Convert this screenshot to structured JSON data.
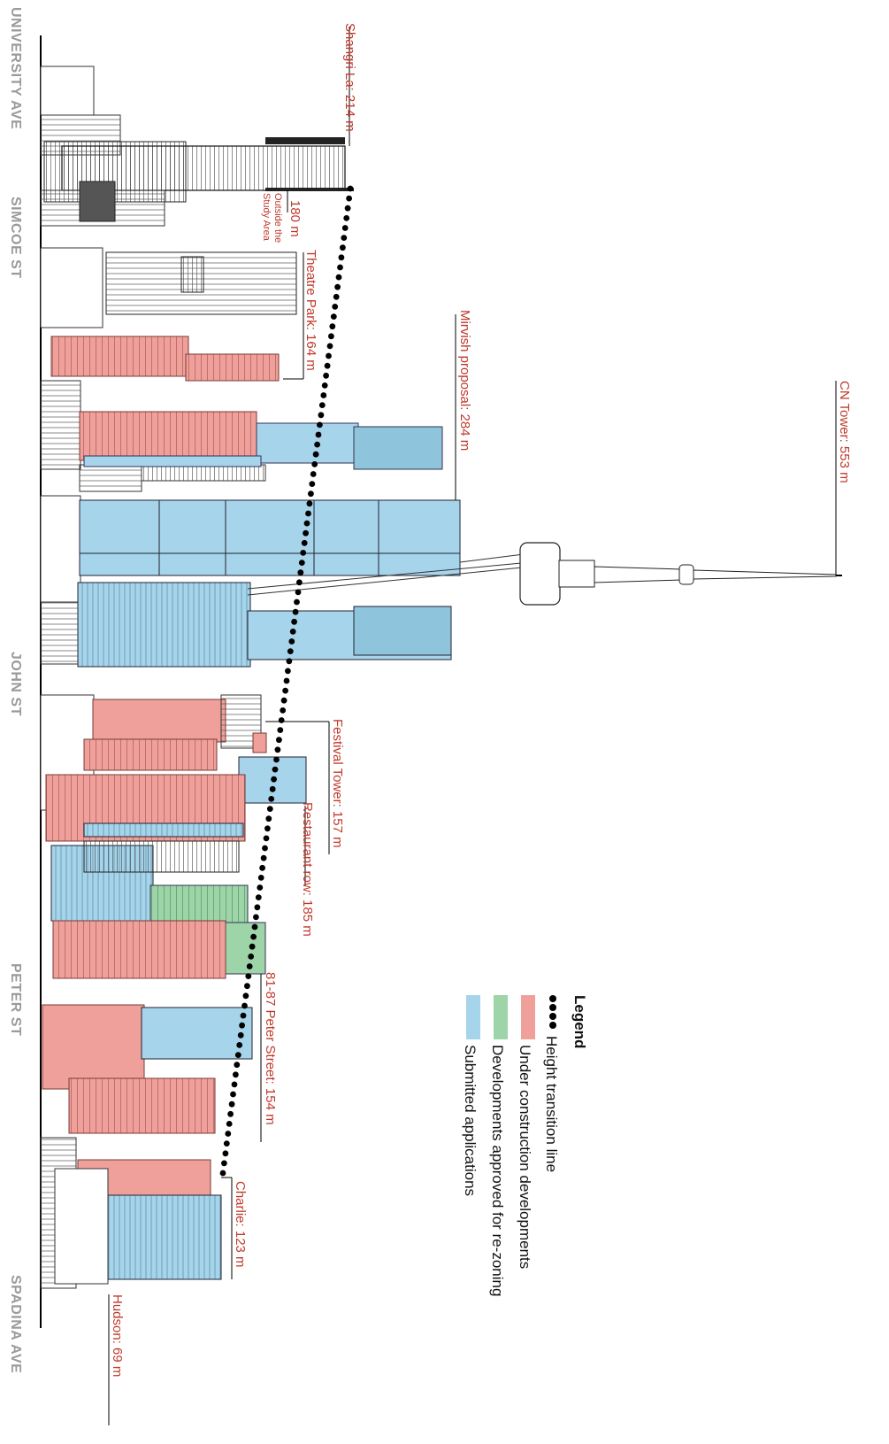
{
  "streets": {
    "university": "UNIVERSITY AVE",
    "simcoe": "SIMCOE ST",
    "john": "JOHN ST",
    "peter": "PETER ST",
    "spadina": "SPADINA AVE"
  },
  "labels": {
    "shangri_la": "Shangri La: 214 m",
    "outside_height": "180 m",
    "outside_note_1": "Outside the",
    "outside_note_2": "Study Area",
    "theatre_park": "Theatre Park: 164 m",
    "mirvish": "Mirvish proposal: 284 m",
    "cn_tower": "CN Tower: 553 m",
    "festival_tower": "Festival Tower: 157 m",
    "restaurant_row": "Restaurant row: 185 m",
    "peter_street": "81-87 Peter Street: 154 m",
    "charlie": "Charlie: 123 m",
    "hudson": "Hudson: 69 m"
  },
  "legend": {
    "title": "Legend",
    "items": [
      {
        "label": "Height transition line",
        "kind": "dots",
        "color": "#000000"
      },
      {
        "label": "Under construction developments",
        "kind": "swatch",
        "color": "#f0a09a"
      },
      {
        "label": "Developments approved for re-zoning",
        "kind": "swatch",
        "color": "#9dd4a8"
      },
      {
        "label": "Submitted applications",
        "kind": "swatch",
        "color": "#a6d4ea"
      }
    ]
  },
  "colors": {
    "under_construction": "#f0a09a",
    "approved": "#9dd4a8",
    "submitted": "#a6d4ea",
    "annotation": "#c0392b",
    "street": "#9a9a9a"
  }
}
